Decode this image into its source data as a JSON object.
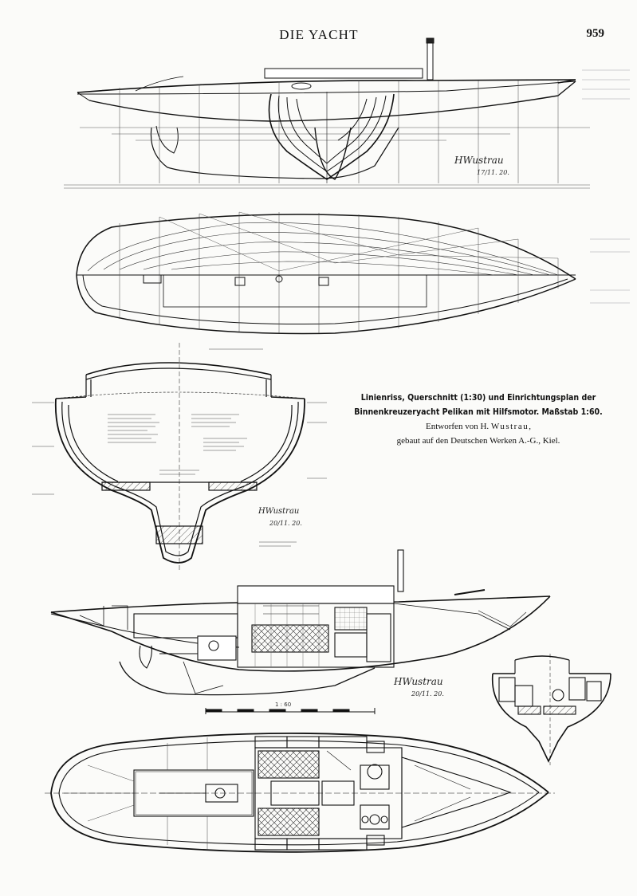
{
  "header": {
    "title": "DIE YACHT",
    "page_number": "959"
  },
  "caption": {
    "line1": "Linienriss, Querschnitt (1:30) und Einrichtungsplan der",
    "line2": "Binnenkreuzeryacht Pelikan mit Hilfsmotor. Maßstab 1:60.",
    "line3_prefix": "Entworfen von H.",
    "line3_name": "Wustrau",
    "line3_suffix": ",",
    "line4": "gebaut auf den Deutschen Werken A.-G., Kiel."
  },
  "signatures": {
    "name": "HWustrau",
    "date1": "17/11. 20.",
    "date2": "20/11. 20.",
    "date3": "20/11. 20."
  },
  "scale_bar": {
    "label": "1 : 60"
  },
  "colors": {
    "ink": "#111111",
    "paper": "#fbfbf9",
    "hatch": "#333333"
  }
}
